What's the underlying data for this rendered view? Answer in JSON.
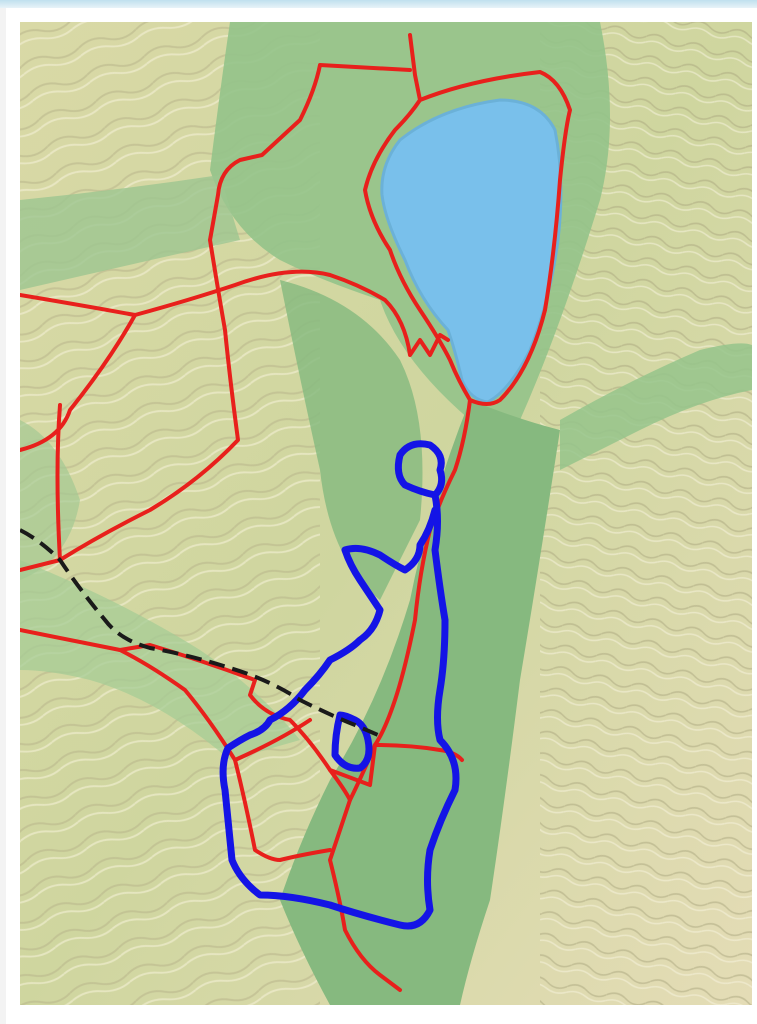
{
  "map": {
    "colors": {
      "lowland": "#8fbf85",
      "valley": "#7fb27b",
      "upland": "#d8dba8",
      "highland": "#e6dfb8",
      "lake": "#79c0eb",
      "lake_shore": "#6bb1d8",
      "roads": "#e8201c",
      "boundary": "#1414e6",
      "dashed_line": "#1a1a1a"
    },
    "features": [
      "lake",
      "red-roads",
      "blue-boundary",
      "black-dashed-line"
    ]
  }
}
